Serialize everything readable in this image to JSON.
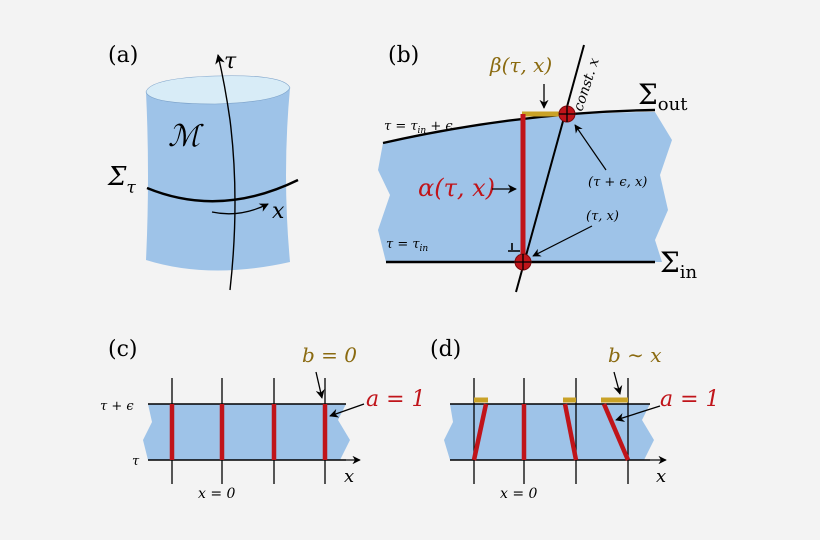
{
  "panels": {
    "a": {
      "label": "(a)",
      "tau": "τ",
      "manifold": "ℳ",
      "sigma_base": "Σ",
      "sigma_sub": "τ",
      "x": "x"
    },
    "b": {
      "label": "(b)",
      "beta": "β(τ, x)",
      "const_x": "const. x",
      "sigma_out_base": "Σ",
      "sigma_out_sub": "out",
      "sigma_in_base": "Σ",
      "sigma_in_sub": "in",
      "tau_top": "τ = τ",
      "tau_top_sub": "in",
      "tau_top_suffix": " + ϵ",
      "tau_bottom": "τ = τ",
      "tau_bottom_sub": "in",
      "alpha": "α(τ, x)",
      "point_top": "(τ + ϵ, x)",
      "point_bottom": "(τ, x)"
    },
    "c": {
      "label": "(c)",
      "b_eq": "b = 0",
      "a_eq": "a = 1",
      "tau_eps": "τ + ϵ",
      "tau": "τ",
      "x_axis": "x",
      "x_zero": "x = 0"
    },
    "d": {
      "label": "(d)",
      "b_sim": "b ∼ x",
      "a_eq": "a = 1",
      "x_axis": "x",
      "x_zero": "x = 0"
    }
  },
  "colors": {
    "fill": "#9ec3e8",
    "fill_top": "#d8ecf7",
    "red": "#c0141a",
    "gold": "#c9a227",
    "gold_text": "#8a6a10",
    "ink": "#000000"
  }
}
